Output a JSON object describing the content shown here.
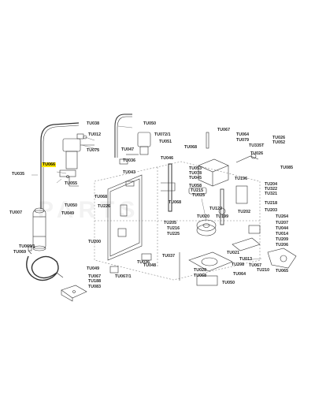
{
  "highlight_color": "#ffe600",
  "highlighted_part": "TU066",
  "labels": {
    "tu038": "TU038",
    "tu050a": "TU050",
    "tu072_1": "TU072/1",
    "tu067a": "TU067",
    "tu064a": "TU064",
    "tu026a": "TU026",
    "tu079": "TU079",
    "tu052": "TU052",
    "tu012": "TU012",
    "tu047": "TU047",
    "tu051": "TU051",
    "tu335t": "TU335T",
    "tu068a": "TU068",
    "tu075": "TU075",
    "tu036": "TU036",
    "tu046": "TU046",
    "tu066": "TU066",
    "tu053": "TU053",
    "tu078": "TU078",
    "tu043": "TU043",
    "tu026b": "TU026",
    "tu085": "TU085",
    "tu035": "TU035",
    "tu055": "TU055",
    "tu045": "TU045",
    "tu196": "TU196",
    "tu058": "TU058",
    "tu204": "TU204",
    "tu322": "TU322",
    "tu321": "TU321",
    "tu215": "TU215",
    "tu025": "TU025",
    "tu218": "TU218",
    "tu050b": "TU050",
    "tu068b": "TU068",
    "tu203": "TU203",
    "tu049a": "TU049",
    "tu068c": "TU068",
    "tu226": "TU226",
    "tu120": "TU120",
    "tu202": "TU202",
    "tu007": "TU007",
    "tu020": "TU020",
    "tu199": "TU199",
    "tu264": "TU264",
    "tu207": "TU207",
    "tu200": "TU200",
    "tu205": "TU205",
    "tu216": "TU216",
    "tu225": "TU225",
    "tu044": "TU044",
    "tu014": "TU014",
    "tu069_1": "TU069/1",
    "tu069": "TU069",
    "tu037": "TU037",
    "tu021": "TU021",
    "tu013": "TU013",
    "tu208": "TU208",
    "tu209": "TU209",
    "tu206": "TU206",
    "tu048": "TU048",
    "tu049b": "TU049",
    "tu067b": "TU067",
    "tu067_1": "TU067/1",
    "tu036b": "TU036",
    "tu067c": "TU067",
    "tu210": "TU210",
    "tu065": "TU065",
    "tu188": "TU188",
    "tu083": "TU083",
    "tu028": "TU028",
    "tu064b": "TU064",
    "tu068d": "TU068",
    "tu050c": "TU050"
  }
}
